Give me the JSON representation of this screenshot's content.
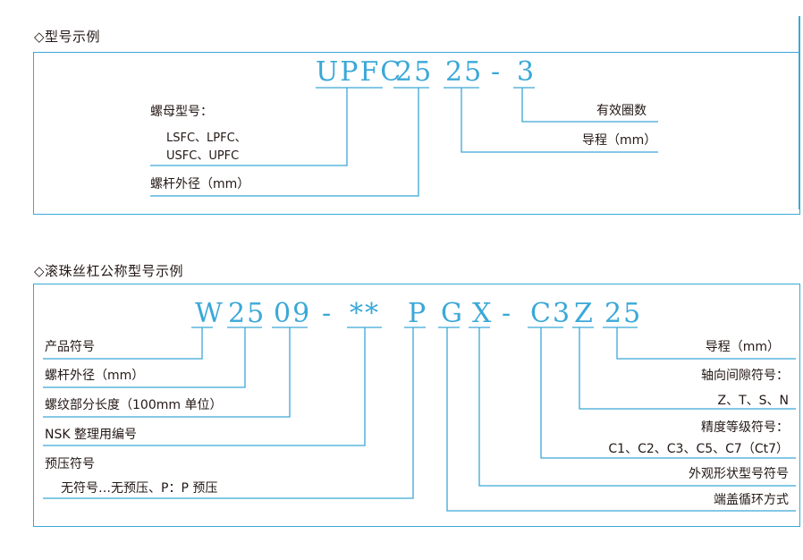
{
  "section1": {
    "title": "◇型号示例",
    "code": {
      "c1": "UPFC",
      "c2": "25",
      "c3": "25",
      "dash": "-",
      "c4": "3"
    },
    "labels": {
      "nut_model": "螺母型号：",
      "nut_list_1": "LSFC、LPFC、",
      "nut_list_2": "USFC、UPFC",
      "shaft_dia": "螺杆外径（mm）",
      "turns": "有效圈数",
      "lead": "导程（mm）"
    }
  },
  "section2": {
    "title": "◇滚珠丝杠公称型号示例",
    "code": {
      "w": "W",
      "dia": "25",
      "len": "09",
      "dash1": "-",
      "num": "**",
      "p": "P",
      "g": "G",
      "x": "X",
      "dash2": "-",
      "c3": "C3",
      "z": "Z",
      "lead": "25"
    },
    "labels": {
      "product": "产品符号",
      "shaft_dia": "螺杆外径（mm）",
      "thread_len": "螺纹部分长度（100mm 单位）",
      "nsk_no": "NSK 整理用编号",
      "preload": "预压符号",
      "preload_desc": "无符号…无预压、P：P 预压",
      "lead": "导程（mm）",
      "axial": "轴向间隙符号：",
      "axial_list": "Z、T、S、N",
      "accuracy": "精度等级符号：",
      "accuracy_list": "C1、C2、C3、C5、C7（Ct7）",
      "shape": "外观形状型号符号",
      "endcap": "端盖循环方式"
    }
  },
  "colors": {
    "accent": "#3aa8d8",
    "text": "#231815"
  }
}
